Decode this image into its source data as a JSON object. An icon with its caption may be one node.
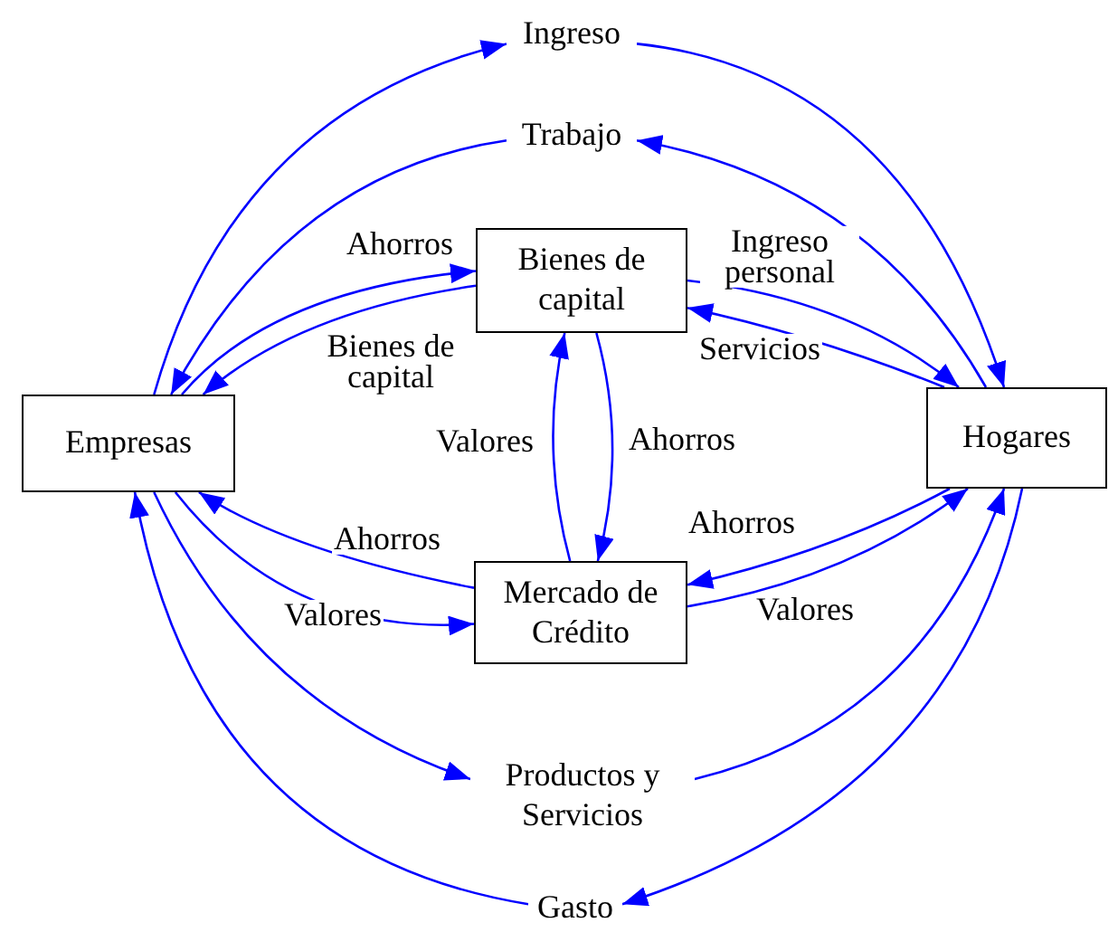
{
  "diagram": {
    "nodes": [
      {
        "text": [
          "Ingreso"
        ]
      },
      {
        "text": [
          "Trabajo"
        ]
      },
      {
        "text": [
          "Bienes de capital"
        ]
      },
      {
        "text": [
          "Empresas"
        ]
      },
      {
        "text": [
          "Hogares"
        ]
      },
      {
        "text": [
          "Mercado de Crédito"
        ]
      },
      {
        "text": [
          "Productos y Servicios"
        ]
      },
      {
        "text": [
          "Gasto"
        ]
      }
    ],
    "edges": [
      {
        "from": 3,
        "to": 0,
        "arrow": "to"
      },
      {
        "from": 0,
        "to": 4,
        "arrow": "to"
      },
      {
        "from": 4,
        "to": 1,
        "arrow": "to"
      },
      {
        "from": 1,
        "to": 3,
        "arrow": "to"
      },
      {
        "from": 3,
        "to": 2,
        "arrow": "to",
        "label": "Ahorros"
      },
      {
        "from": 2,
        "to": 3,
        "arrow": "to",
        "label": "Bienes de capital"
      },
      {
        "from": 2,
        "to": 4,
        "arrow": "to",
        "label": "Ingreso personal"
      },
      {
        "from": 4,
        "to": 2,
        "arrow": "to",
        "label": "Servicios"
      },
      {
        "from": 5,
        "to": 2,
        "arrow": "to",
        "label": "Valores"
      },
      {
        "from": 2,
        "to": 5,
        "arrow": "to",
        "label": "Ahorros"
      },
      {
        "from": 4,
        "to": 5,
        "arrow": "to",
        "label": "Ahorros"
      },
      {
        "from": 5,
        "to": 4,
        "arrow": "to",
        "label": "Valores"
      },
      {
        "from": 5,
        "to": 3,
        "arrow": "to",
        "label": "Ahorros"
      },
      {
        "from": 3,
        "to": 5,
        "arrow": "to",
        "label": "Valores"
      },
      {
        "from": 3,
        "to": 6,
        "arrow": "to"
      },
      {
        "from": 6,
        "to": 4,
        "arrow": "to"
      },
      {
        "from": 4,
        "to": 7,
        "arrow": "to"
      },
      {
        "from": 7,
        "to": 3,
        "arrow": "to"
      }
    ]
  }
}
